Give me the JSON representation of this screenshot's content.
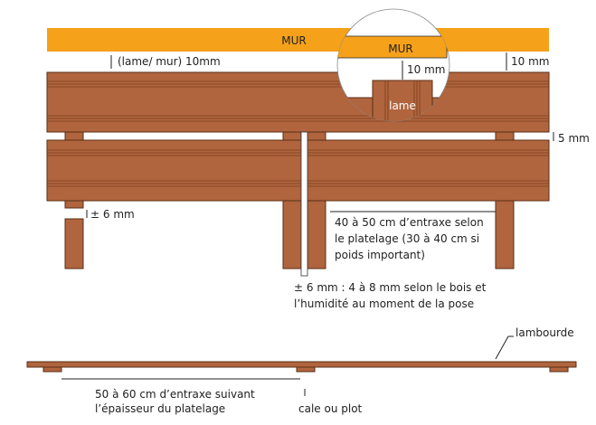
{
  "colors": {
    "wall": "#f5a11a",
    "wood": "#b0653e"
  },
  "labels": {
    "wall": "MUR",
    "wall_zoom": "MUR",
    "gap_wall": "(lame/ mur) 10mm",
    "gap_wall_right": "10 mm",
    "gap_zoom": "10 mm",
    "board_zoom": "lame",
    "gap_boards": "5 mm",
    "gap_joist": "± 6 mm",
    "spacing_1": "40 à 50 cm d’entraxe selon",
    "spacing_2": "le platelage (30 à 40 cm si",
    "spacing_3": "poids important)",
    "joint_1": "± 6 mm : 4 à 8 mm selon le bois et",
    "joint_2": "l’humidité au moment de la pose",
    "joist": "lambourde",
    "pad_spacing_1": "50 à 60 cm d’entraxe suivant",
    "pad_spacing_2": "l’épaisseur du platelage",
    "pad": "cale ou plot"
  }
}
